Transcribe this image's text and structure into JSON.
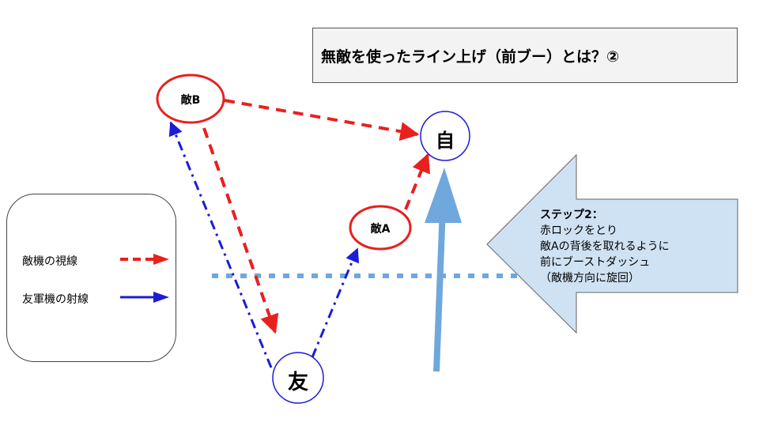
{
  "title": "無敵を使ったライン上げ（前ブー）とは？②",
  "nodes": {
    "enemy_b": "敵B",
    "self": "自",
    "enemy_a": "敵A",
    "ally": "友"
  },
  "legend": {
    "enemy_sight": "敵機の視線",
    "ally_fire": "友軍機の射線"
  },
  "callout": {
    "step": "ステップ2：",
    "line2": "赤ロックをとり",
    "line3": "敵Aの背後を取れるように",
    "line4": "前にブーストダッシュ",
    "line5": "（敵機方向に旋回）"
  },
  "colors": {
    "red": "#e8201e",
    "blue": "#1c1cd6",
    "light_blue": "#6fa8dc",
    "callout_fill": "#cfe2f3"
  }
}
